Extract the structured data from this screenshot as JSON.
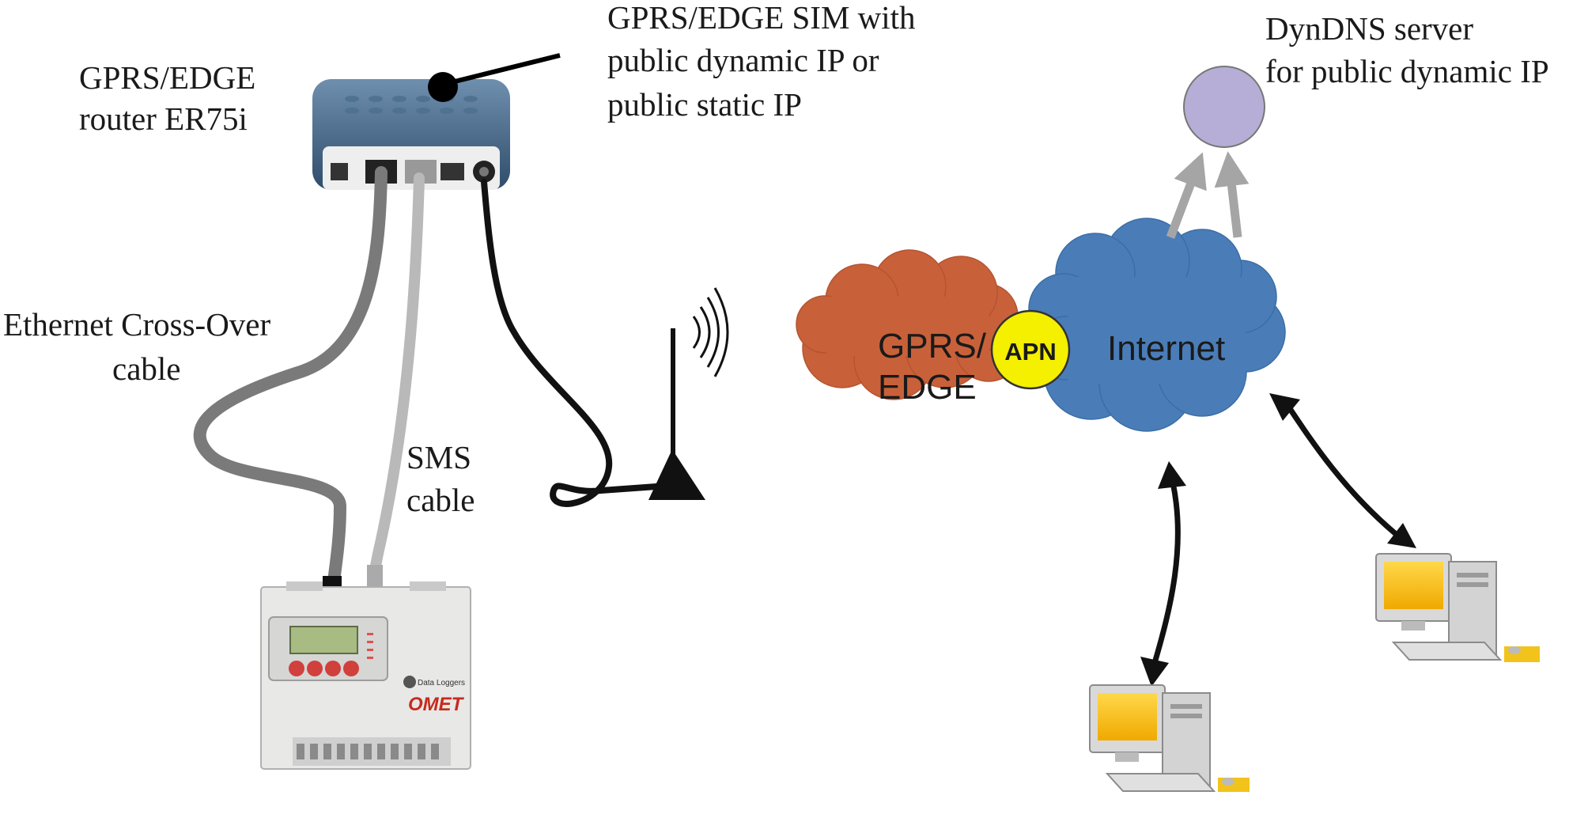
{
  "labels": {
    "router": [
      "GPRS/EDGE",
      "router ER75i"
    ],
    "sim": [
      "GPRS/EDGE SIM with",
      "public dynamic IP or",
      "public static  IP"
    ],
    "dyndns": [
      "DynDNS server",
      "for public dynamic IP"
    ],
    "ethernet": [
      "Ethernet Cross-Over",
      "cable"
    ],
    "sms": [
      "SMS",
      "cable"
    ]
  },
  "network": {
    "gprs_cloud": [
      "GPRS/",
      "EDGE"
    ],
    "apn": "APN",
    "internet": "Internet"
  },
  "device": {
    "brand": "OMET",
    "badge": "Data Loggers"
  },
  "colors": {
    "gprs_cloud": "#c8613a",
    "internet_cloud": "#4a7db8",
    "apn_circle": "#f5ef00",
    "dyndns_circle": "#b6aed6",
    "router_body": "#3d5f80",
    "logger_buttons": "#d0403c",
    "monitor_screen": "#f2c31a"
  }
}
